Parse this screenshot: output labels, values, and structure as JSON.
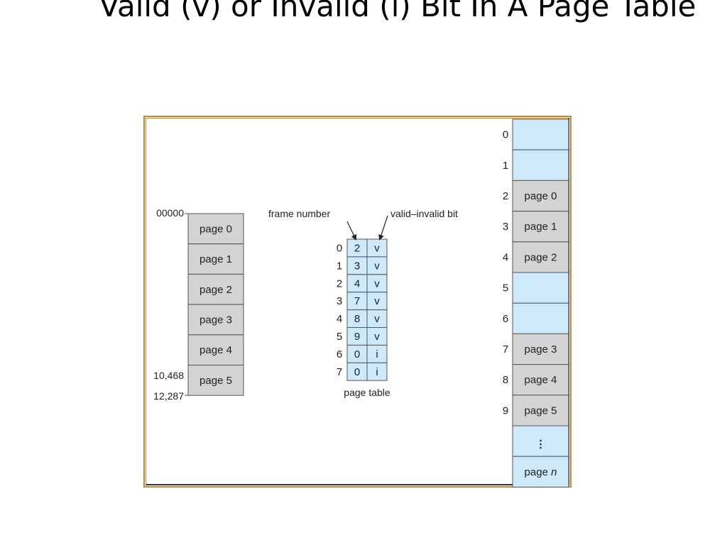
{
  "title": "Valid (v) or Invalid (i) Bit In A Page Table",
  "colors": {
    "frame_border": "#c9863a",
    "gray_cell": "#d3d3d3",
    "blue_cell": "#cde9fa",
    "line": "#555555"
  },
  "logical_memory": {
    "start_address": "00000",
    "address_10468": "10,468",
    "address_12287": "12,287",
    "pages": [
      "page 0",
      "page 1",
      "page 2",
      "page 3",
      "page 4",
      "page 5"
    ]
  },
  "page_table": {
    "frame_number_label": "frame number",
    "valid_invalid_label": "valid–invalid bit",
    "caption": "page table",
    "rows": [
      {
        "index": "0",
        "frame": "2",
        "bit": "v"
      },
      {
        "index": "1",
        "frame": "3",
        "bit": "v"
      },
      {
        "index": "2",
        "frame": "4",
        "bit": "v"
      },
      {
        "index": "3",
        "frame": "7",
        "bit": "v"
      },
      {
        "index": "4",
        "frame": "8",
        "bit": "v"
      },
      {
        "index": "5",
        "frame": "9",
        "bit": "v"
      },
      {
        "index": "6",
        "frame": "0",
        "bit": "i"
      },
      {
        "index": "7",
        "frame": "0",
        "bit": "i"
      }
    ]
  },
  "physical_memory": {
    "frames": [
      {
        "index": "0",
        "content": "",
        "kind": "blue"
      },
      {
        "index": "1",
        "content": "",
        "kind": "blue"
      },
      {
        "index": "2",
        "content": "page 0",
        "kind": "gray"
      },
      {
        "index": "3",
        "content": "page 1",
        "kind": "gray"
      },
      {
        "index": "4",
        "content": "page 2",
        "kind": "gray"
      },
      {
        "index": "5",
        "content": "",
        "kind": "blue"
      },
      {
        "index": "6",
        "content": "",
        "kind": "blue"
      },
      {
        "index": "7",
        "content": "page 3",
        "kind": "gray"
      },
      {
        "index": "8",
        "content": "page 4",
        "kind": "gray"
      },
      {
        "index": "9",
        "content": "page 5",
        "kind": "gray"
      }
    ],
    "ellipsis": "⋮",
    "last_frame_prefix": "page ",
    "last_frame_italic": "n"
  }
}
